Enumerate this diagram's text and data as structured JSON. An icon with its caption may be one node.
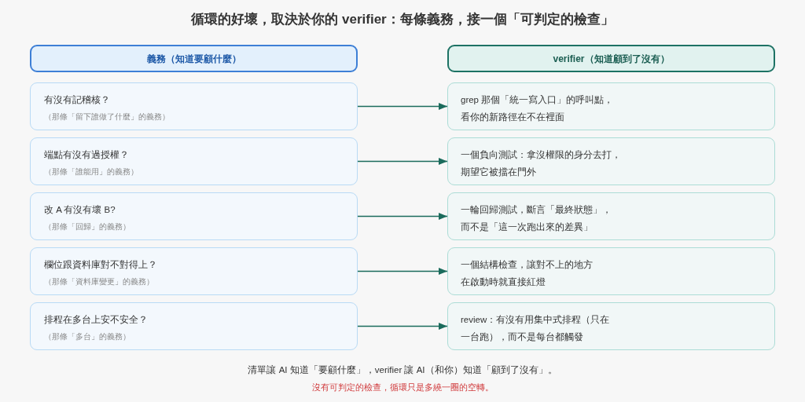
{
  "diagram": {
    "title": "循環的好壞，取決於你的 verifier：每條義務，接一個「可判定的檢查」",
    "nodes": [
      {
        "text": [
          "義務（知道要顧什麼）"
        ]
      },
      {
        "text": [
          "verifier（知道顧到了沒有）"
        ]
      },
      {
        "text": [
          "有沒有記稽核？",
          "（那條「留下誰做了什麼」的義務）"
        ]
      },
      {
        "text": [
          "端點有沒有過授權？",
          "（那條「誰能用」的義務）"
        ]
      },
      {
        "text": [
          "改 A 有沒有壞 B?",
          "（那條「回歸」的義務）"
        ]
      },
      {
        "text": [
          "欄位跟資料庫對不對得上？",
          "（那條「資料庫變更」的義務）"
        ]
      },
      {
        "text": [
          "排程在多台上安不安全？",
          "（那條「多台」的義務）"
        ]
      },
      {
        "text": [
          "grep 那個「統一寫入口」的呼叫點，看你的新路徑在不在裡面"
        ]
      },
      {
        "text": [
          "一個負向測試：拿沒權限的身分去打，期望它被擋在門外"
        ]
      },
      {
        "text": [
          "一輪回歸測試，斷言「最終狀態」，而不是「這一次跑出來的差異」"
        ]
      },
      {
        "text": [
          "一個結構檢查，讓對不上的地方在啟動時就直接紅燈"
        ]
      },
      {
        "text": [
          "review：有沒有用集中式排程（只在一台跑），而不是每台都觸發"
        ]
      }
    ],
    "edges": [
      {
        "from": 2,
        "to": 7,
        "arrow": "to"
      },
      {
        "from": 3,
        "to": 8,
        "arrow": "to"
      },
      {
        "from": 4,
        "to": 9,
        "arrow": "to"
      },
      {
        "from": 5,
        "to": 10,
        "arrow": "to"
      },
      {
        "from": 6,
        "to": 11,
        "arrow": "to"
      }
    ],
    "labels": [
      "清單讓 AI 知道「要顧什麼」，verifier 讓 AI（和你）知道「顧到了沒有」。",
      "沒有可判定的檢查，循環只是多繞一圈的空轉。"
    ]
  }
}
